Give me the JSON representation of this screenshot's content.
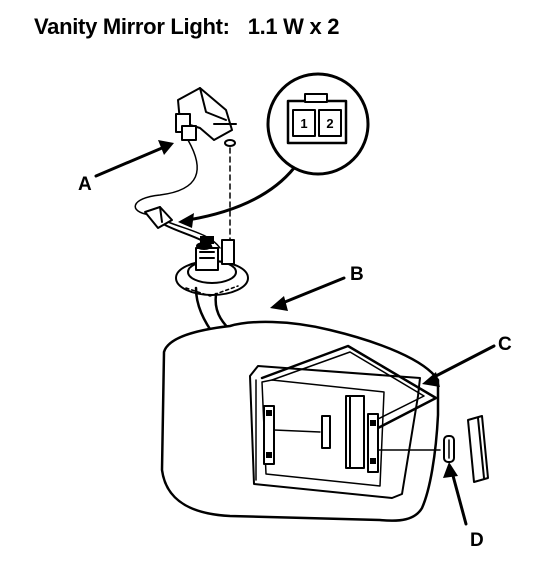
{
  "title": {
    "label": "Vanity Mirror Light:",
    "rating": "1.1 W x 2"
  },
  "connector": {
    "pins": [
      "1",
      "2"
    ]
  },
  "callouts": [
    {
      "id": "A",
      "label": "A"
    },
    {
      "id": "B",
      "label": "B"
    },
    {
      "id": "C",
      "label": "C"
    },
    {
      "id": "D",
      "label": "D"
    }
  ]
}
